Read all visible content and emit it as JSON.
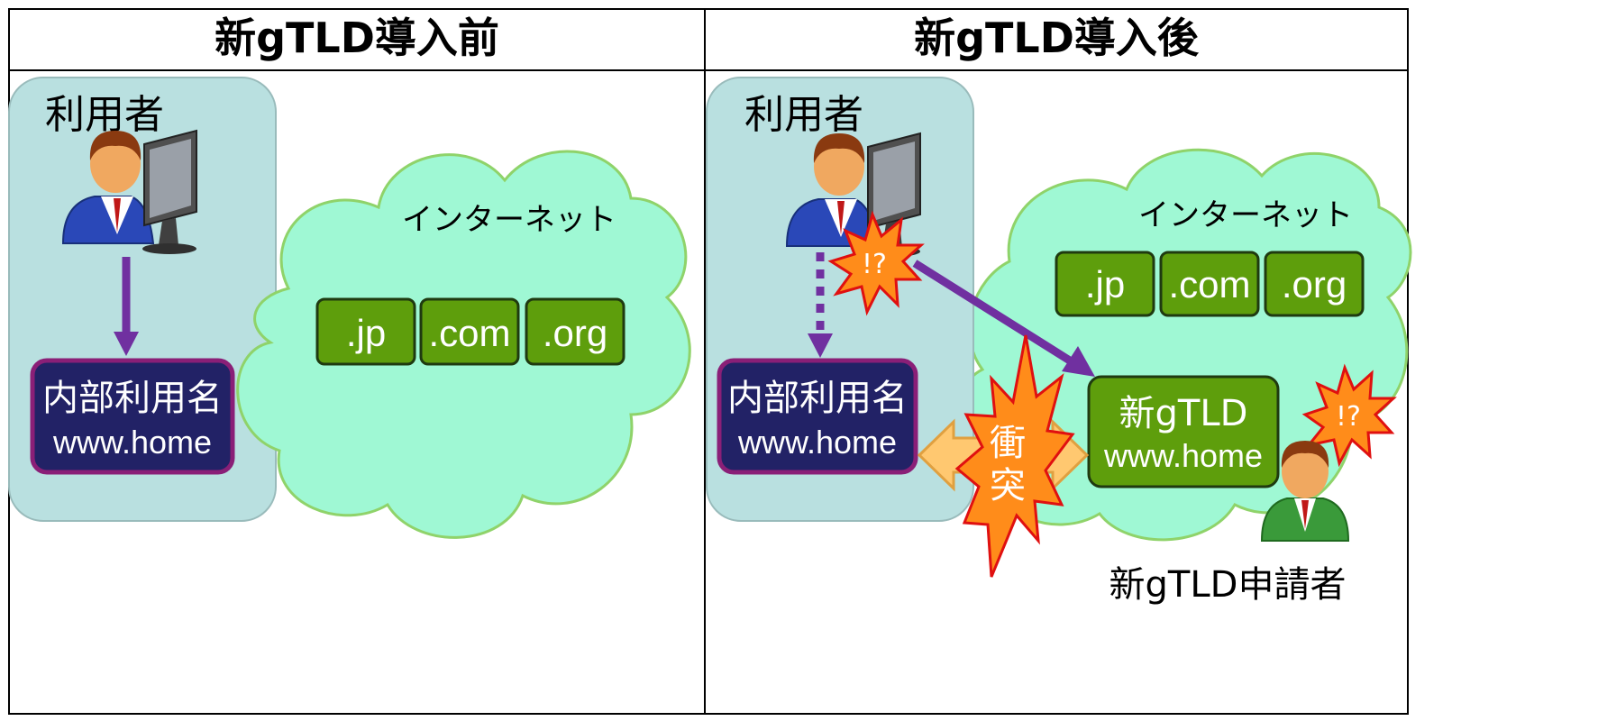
{
  "panels": {
    "before": {
      "title": "新gTLD導入前",
      "user_label": "利用者",
      "internet_label": "インターネット",
      "tlds": [
        ".jp",
        ".com",
        ".org"
      ],
      "internal_name": "内部利用名",
      "internal_host": "www.home"
    },
    "after": {
      "title": "新gTLD導入後",
      "user_label": "利用者",
      "internet_label": "インターネット",
      "tlds": [
        ".jp",
        ".com",
        ".org"
      ],
      "internal_name": "内部利用名",
      "internal_host": "www.home",
      "new_gtld_name": "新gTLD",
      "new_gtld_host": "www.home",
      "collision_label_1": "衝",
      "collision_label_2": "突",
      "alert_user": "!?",
      "alert_applicant": "!?",
      "applicant_label": "新gTLD申請者"
    }
  },
  "colors": {
    "user_area": "#b9e0e0",
    "cloud": "#9ff8d4",
    "cloud_stroke": "#8fd36a",
    "tld_box": "#5e9e0c",
    "internal_box": "#222266",
    "internal_stroke": "#8a1f77",
    "arrow": "#7030a0",
    "burst": "#ff8c1a",
    "burst_stroke": "#e01010",
    "collision_arrow": "#ffc870"
  }
}
